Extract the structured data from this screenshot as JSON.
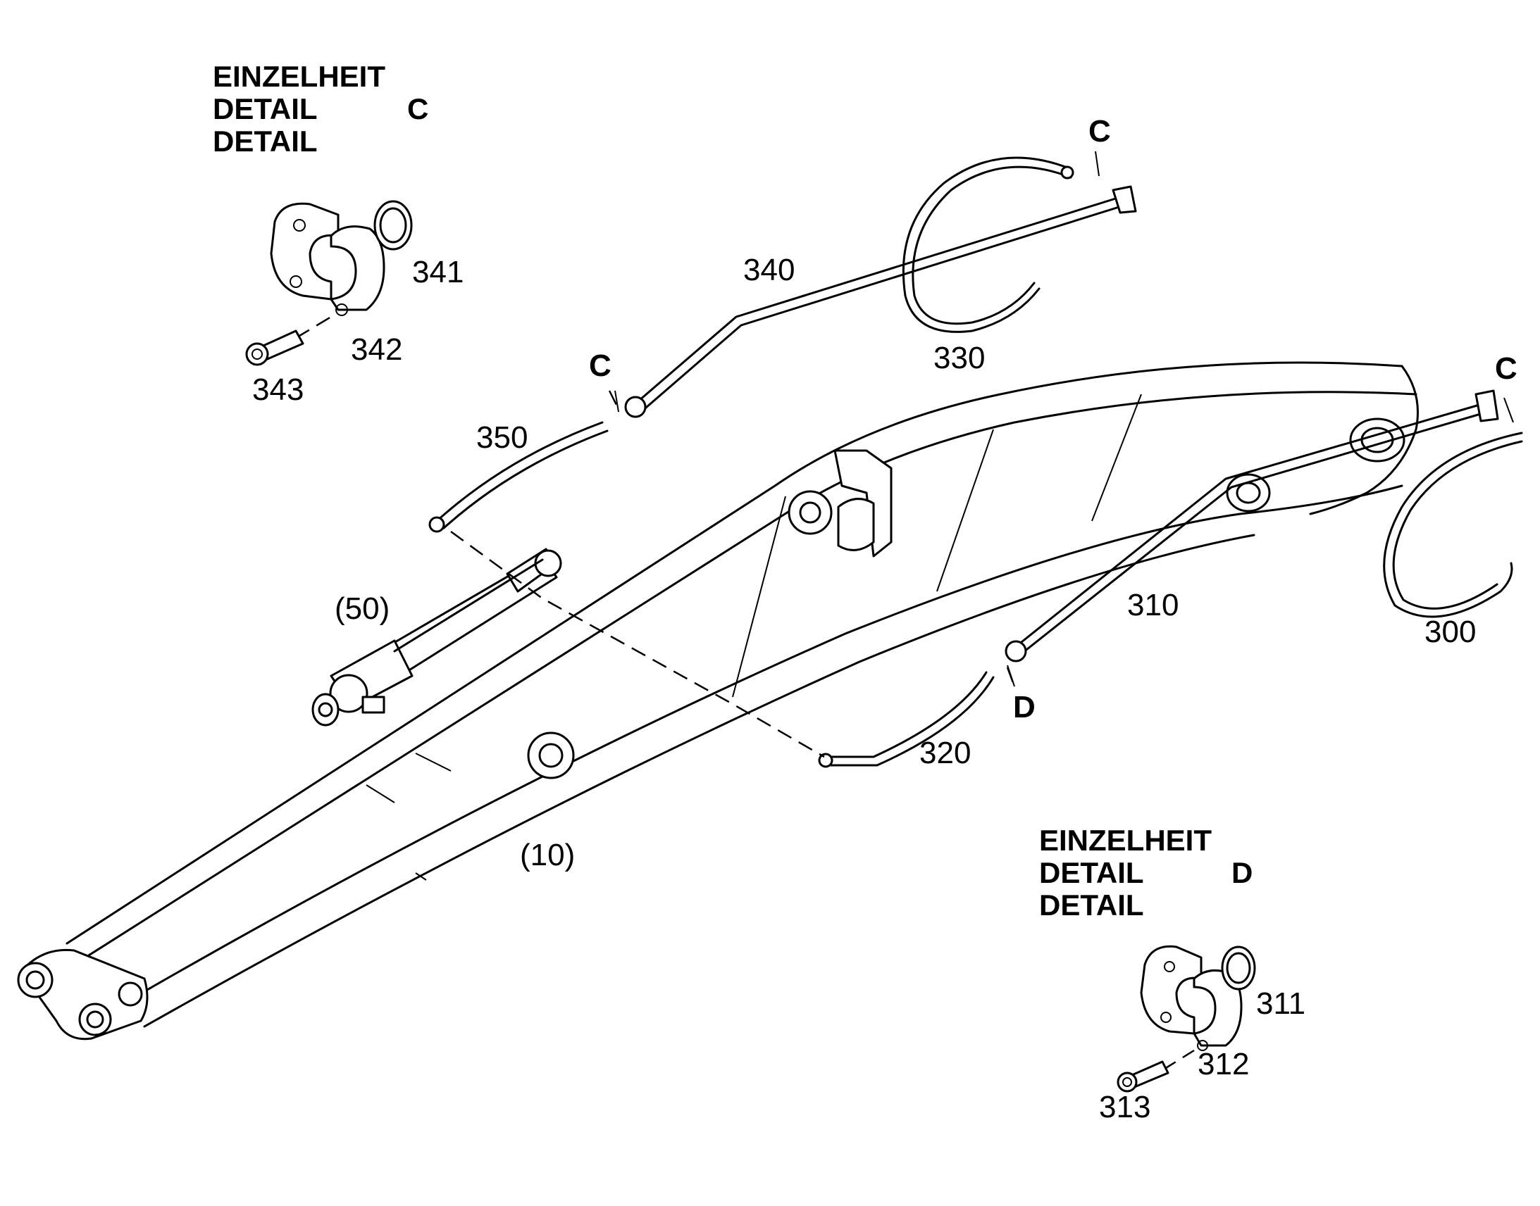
{
  "detail_c": {
    "line1": "EINZELHEIT",
    "line2": "DETAIL",
    "line3": "DETAIL",
    "letter": "C"
  },
  "detail_d": {
    "line1": "EINZELHEIT",
    "line2": "DETAIL",
    "line3": "DETAIL",
    "letter": "D"
  },
  "callouts": {
    "c_top": "C",
    "c_left": "C",
    "c_right": "C",
    "d_mid": "D",
    "p341": "341",
    "p342": "342",
    "p343": "343",
    "p340": "340",
    "p330": "330",
    "p350": "350",
    "p310": "310",
    "p300": "300",
    "p320": "320",
    "p50": "(50)",
    "p10": "(10)",
    "p311": "311",
    "p312": "312",
    "p313": "313"
  }
}
